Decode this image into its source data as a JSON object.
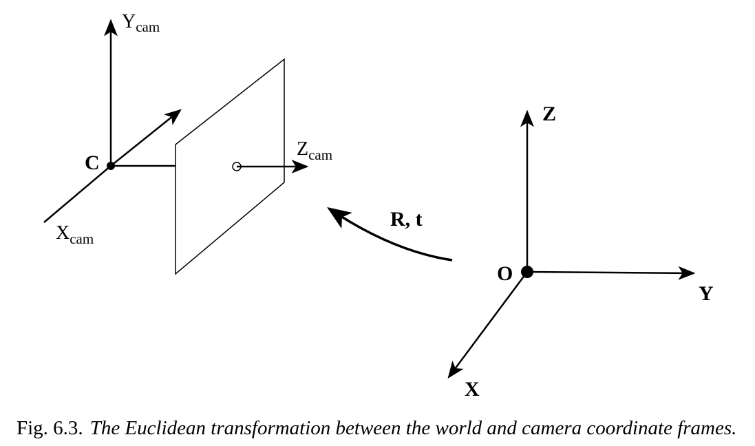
{
  "figure": {
    "camera": {
      "center_label": "C",
      "y_axis": {
        "main": "Y",
        "sub": "cam"
      },
      "x_axis": {
        "main": "X",
        "sub": "cam"
      },
      "z_axis": {
        "main": "Z",
        "sub": "cam"
      }
    },
    "world": {
      "origin_label": "O",
      "x_label": "X",
      "y_label": "Y",
      "z_label": "Z"
    },
    "transform_label": "R, t"
  },
  "caption": {
    "label": "Fig. 6.3.",
    "text": "The Euclidean transformation between the world and camera coordinate frames."
  }
}
